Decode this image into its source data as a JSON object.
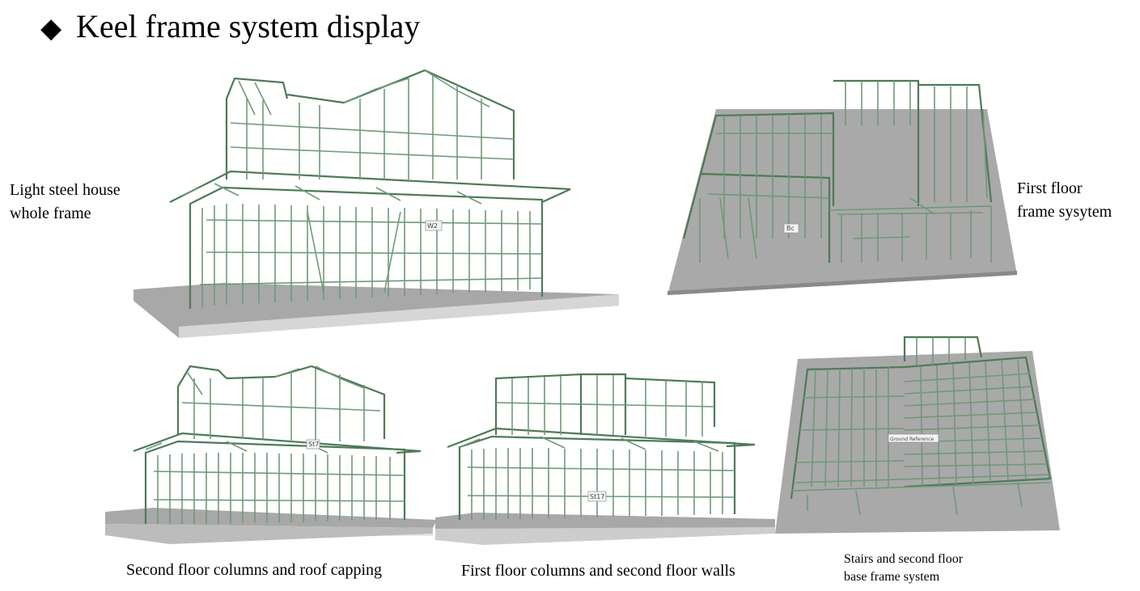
{
  "title": {
    "bullet": "◆",
    "text": "Keel frame system display"
  },
  "captions": {
    "whole_frame_line1": "Light steel house",
    "whole_frame_line2": "whole frame",
    "first_floor_line1": "First floor",
    "first_floor_line2": "frame sysytem",
    "second_floor_columns": "Second floor columns and roof capping",
    "first_floor_columns": "First floor columns and second floor walls",
    "stairs_line1": "Stairs and second floor",
    "stairs_line2": "base frame system"
  },
  "figure_tags": {
    "whole_frame": "W2",
    "first_floor": "Bc",
    "second_floor": "St7",
    "first_floor_columns": "St17",
    "stairs": "Ground Reference"
  },
  "colors": {
    "frame_green": "#6f9a78",
    "slab_gray": "#a9a9a9"
  }
}
